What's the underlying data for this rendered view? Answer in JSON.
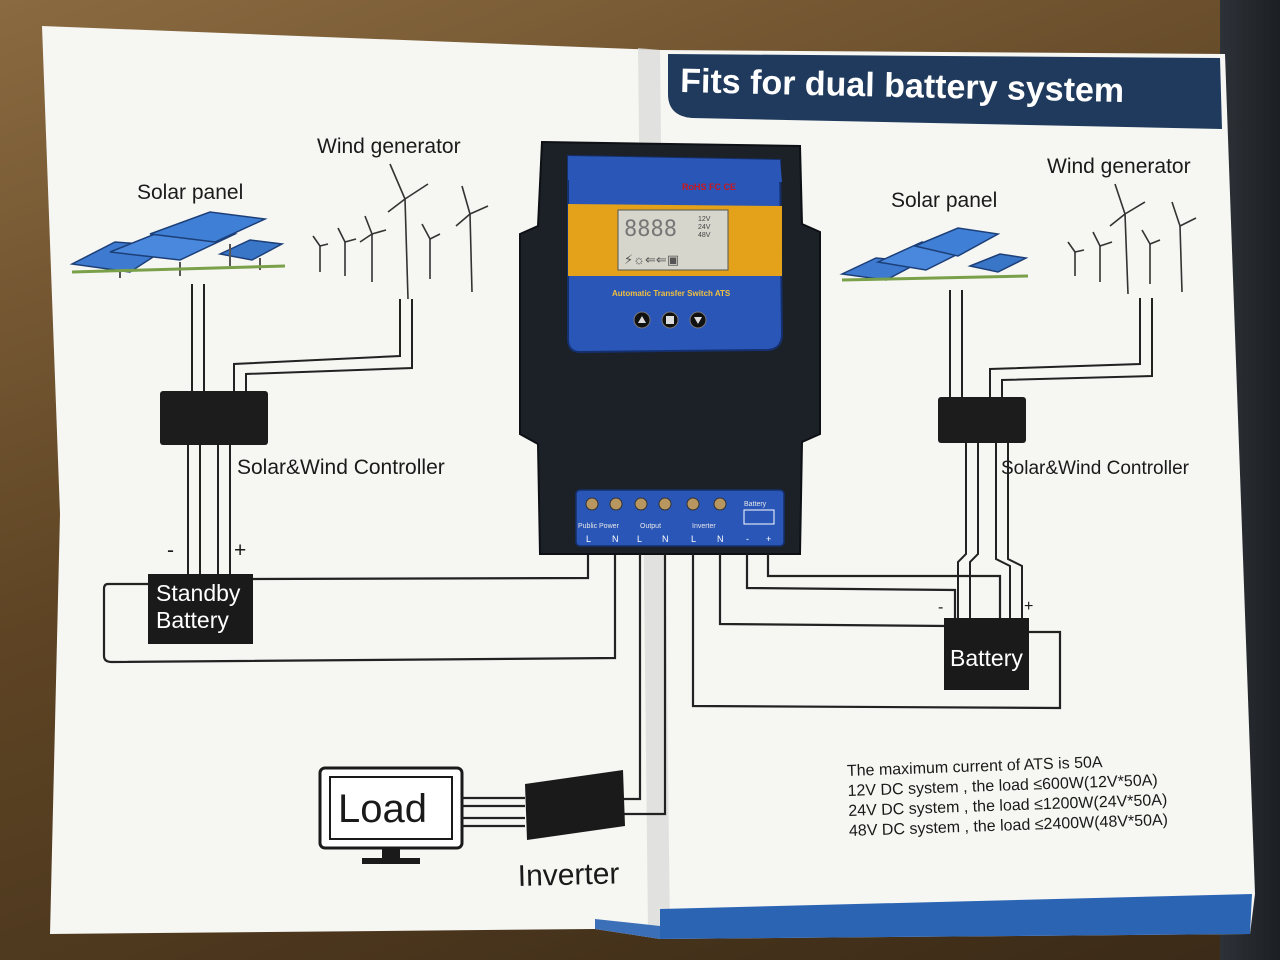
{
  "title": "Fits for dual battery system",
  "left_side": {
    "solar_label": "Solar panel",
    "wind_label": "Wind generator",
    "controller_label": "Solar&Wind Controller",
    "battery_label_line1": "Standby",
    "battery_label_line2": "Battery",
    "minus": "-",
    "plus": "+"
  },
  "right_side": {
    "solar_label": "Solar panel",
    "wind_label": "Wind generator",
    "controller_label": "Solar&Wind Controller",
    "battery_label": "Battery",
    "minus": "-",
    "plus": "+"
  },
  "device": {
    "certifications": "RoHS FC CE",
    "name": "Automatic Transfer Switch ATS",
    "lcd_voltages": [
      "12V",
      "24V",
      "48V"
    ],
    "terminal_groups": [
      "Public Power",
      "Output",
      "Inverter",
      "Battery"
    ],
    "terminal_letters": [
      "L",
      "N",
      "L",
      "N",
      "L",
      "N",
      "-",
      "+"
    ]
  },
  "load_label": "Load",
  "inverter_label": "Inverter",
  "specs": [
    "The maximum current of ATS is 50A",
    "12V DC system , the load ≤600W(12V*50A)",
    "24V DC system , the load ≤1200W(24V*50A)",
    "48V DC system , the load ≤2400W(48V*50A)"
  ],
  "colors": {
    "banner": "#1f3a5c",
    "device_body": "#1c2128",
    "device_blue": "#2a56b8",
    "device_yellow": "#e3a21a",
    "page": "#f7f7f5",
    "footer_blue": "#2c64b4"
  }
}
